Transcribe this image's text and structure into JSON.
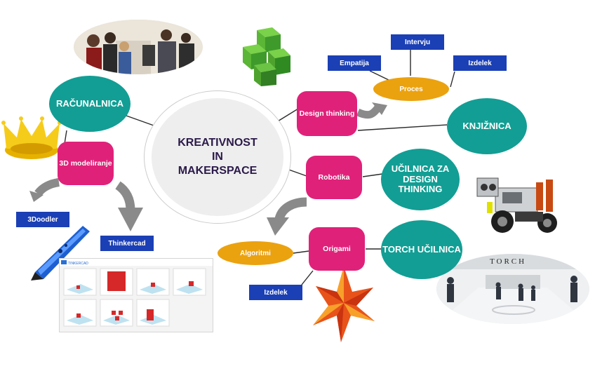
{
  "diagram": {
    "center": {
      "line1": "KREATIVNOST",
      "line2": "IN",
      "line3": "MAKERSPACE"
    },
    "teal_nodes": {
      "racunalnica": "RAČUNALNICA",
      "knjiznica": "KNJIŽNICA",
      "ucilnica_line1": "UČILNICA ZA",
      "ucilnica_line2": "DESIGN",
      "ucilnica_line3": "THINKING",
      "torch": "TORCH UČILNICA"
    },
    "pink_nodes": {
      "modeliranje": "3D modeliranje",
      "design": "Design thinking",
      "robotika": "Robotika",
      "origami": "Origami"
    },
    "gold_nodes": {
      "proces": "Proces",
      "algoritmi": "Algoritmi"
    },
    "navy_labels": {
      "intervju": "Intervju",
      "empatija": "Empatija",
      "izdelek_top": "Izdelek",
      "doodler": "3Doodler",
      "thinkercad": "Thinkercad",
      "izdelek_bottom": "Izdelek"
    },
    "photo_texts": {
      "torch_sign": "TORCH",
      "tinkercad_logo": "TINKERCAD"
    },
    "colors": {
      "teal": "#129e94",
      "pink": "#e0217a",
      "navy": "#1b3fb5",
      "gold": "#eba20f",
      "arrow": "#8a8a8a",
      "center_text": "#2b1a4a"
    }
  }
}
